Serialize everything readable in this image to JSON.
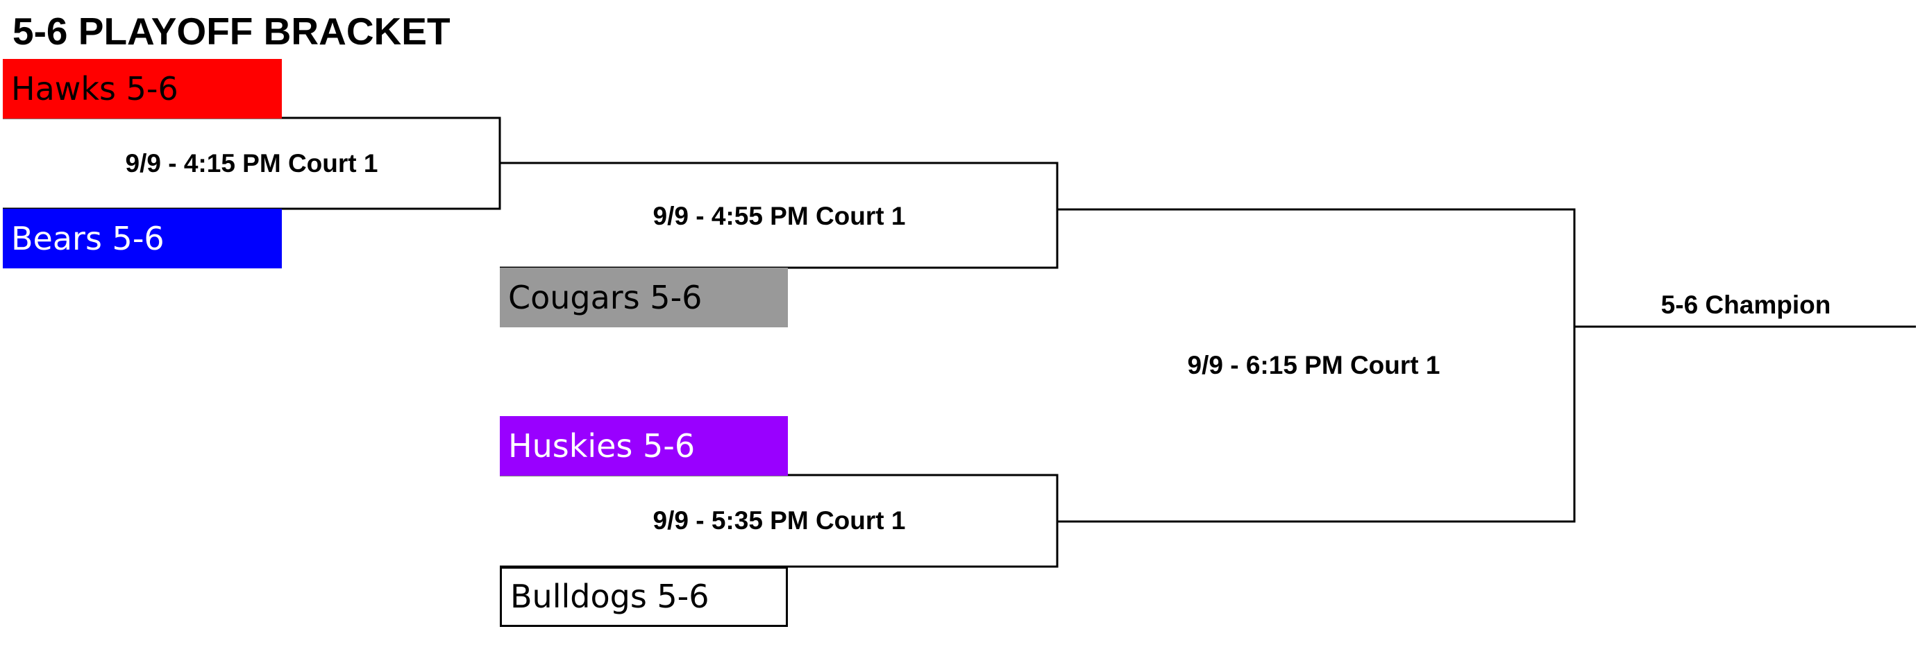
{
  "title": "5-6 PLAYOFF BRACKET",
  "teams": [
    {
      "name": "Hawks 5-6",
      "color": "#ff0000",
      "text_color": "#000000"
    },
    {
      "name": "Bears 5-6",
      "color": "#0000ff",
      "text_color": "#ffffff"
    },
    {
      "name": "Cougars 5-6",
      "color": "#999999",
      "text_color": "#000000"
    },
    {
      "name": "Huskies 5-6",
      "color": "#9900ff",
      "text_color": "#ffffff"
    },
    {
      "name": "Bulldogs 5-6",
      "color": "#ffffff",
      "text_color": "#000000"
    }
  ],
  "games": [
    {
      "label": "9/9 - 4:15 PM Court 1"
    },
    {
      "label": "9/9 - 4:55 PM Court 1"
    },
    {
      "label": "9/9 - 5:35 PM Court 1"
    },
    {
      "label": "9/9 - 6:15 PM Court 1"
    }
  ],
  "champion": {
    "label": "5-6 Champion"
  }
}
